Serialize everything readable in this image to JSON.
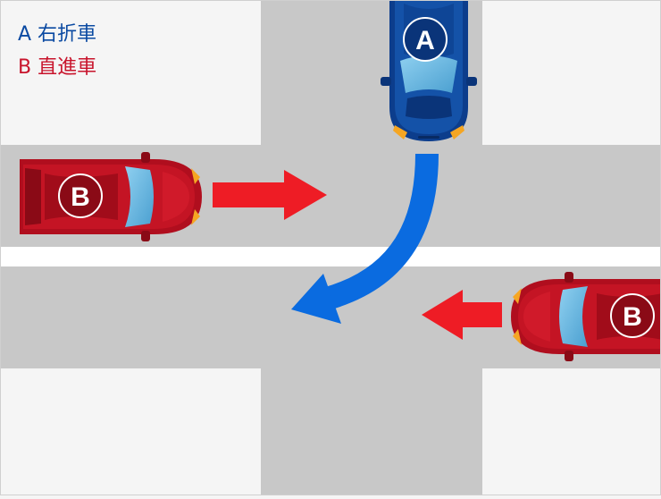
{
  "legend": {
    "a": {
      "text": "A 右折車",
      "color": "#0b4aa2"
    },
    "b": {
      "text": "B 直進車",
      "color": "#c8142c"
    }
  },
  "cars": {
    "a": {
      "label": "A",
      "direction": "southbound, turning right"
    },
    "b_left": {
      "label": "B",
      "direction": "eastbound, straight"
    },
    "b_right": {
      "label": "B",
      "direction": "westbound, straight"
    }
  },
  "colors": {
    "road": "#c8c8c8",
    "sidewalk": "#f5f5f5",
    "lane_divider": "#ffffff",
    "car_a_body": "#0c3d8c",
    "car_b_body": "#b00e1e",
    "arrow_red": "#ee1c25",
    "arrow_blue": "#0a6be0",
    "headlight": "#f5a623"
  },
  "icons": {
    "straight_arrow": "right-arrow-icon",
    "straight_arrow_2": "left-arrow-icon",
    "turn_arrow": "curved-turn-arrow-icon"
  }
}
